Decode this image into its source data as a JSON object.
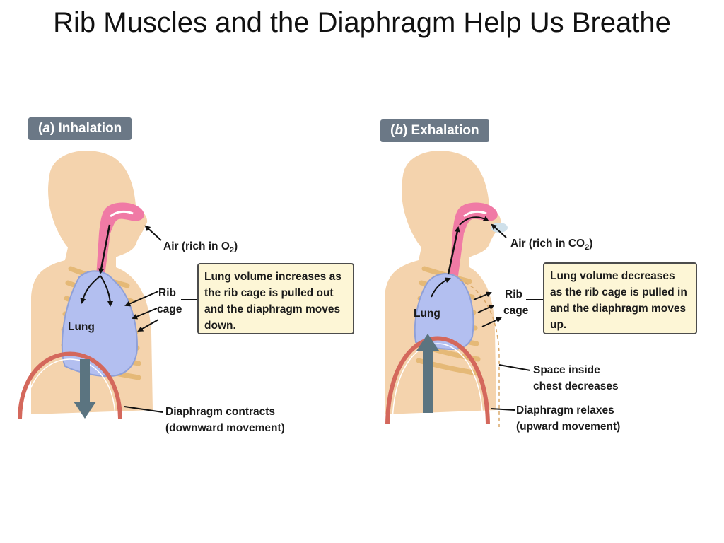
{
  "slide_title": "Rib Muscles and the Diaphragm Help Us Breathe",
  "colors": {
    "skin": "#f4d3ad",
    "lung": "#b3bff0",
    "airway": "#f07aa5",
    "rib": "#e5b977",
    "diaphragm": "#d4685c",
    "arrow": "#5b7480",
    "box_fill": "#fdf6d6",
    "badge": "#6b7886"
  },
  "panels": [
    {
      "letter": "a",
      "title": "Inhalation",
      "air_label": "Air (rich in ",
      "air_gas": "O",
      "air_gas_sub": "2",
      "rib_label": "Rib",
      "cage_label": "cage",
      "lung_label": "Lung",
      "note": "Lung volume increases as the rib cage is pulled out and the diaphragm moves down.",
      "diaphragm_label": "Diaphragm contracts",
      "diaphragm_sub": "(downward movement)",
      "diaphragm_direction": "down"
    },
    {
      "letter": "b",
      "title": "Exhalation",
      "air_label": "Air (rich in ",
      "air_gas": "CO",
      "air_gas_sub": "2",
      "rib_label": "Rib",
      "cage_label": "cage",
      "lung_label": "Lung",
      "note": "Lung volume decreases as the rib cage is pulled in and the diaphragm moves up.",
      "space_label": "Space inside",
      "space_sub": "chest decreases",
      "diaphragm_label": "Diaphragm relaxes",
      "diaphragm_sub": "(upward movement)",
      "diaphragm_direction": "up"
    }
  ]
}
